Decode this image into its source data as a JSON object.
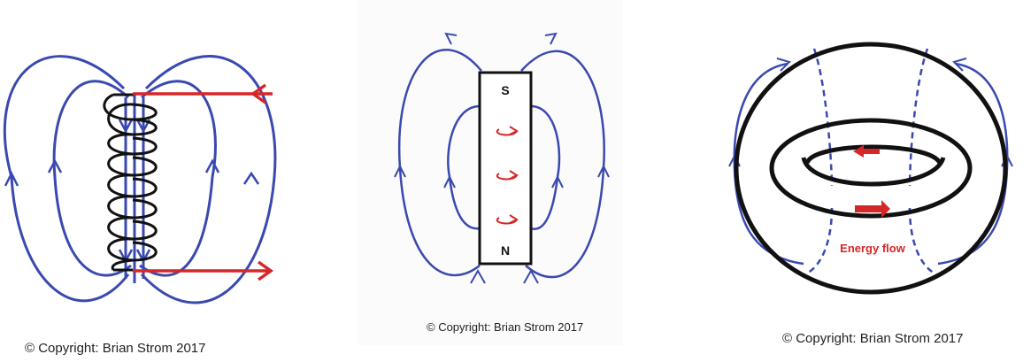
{
  "panels": {
    "coil": {
      "copyright": "© Copyright: Brian Strom 2017"
    },
    "magnet": {
      "copyright": "© Copyright: Brian Strom 2017",
      "pole_top": "S",
      "pole_bottom": "N"
    },
    "torus": {
      "copyright": "© Copyright: Brian Strom 2017",
      "flow_label": "Energy flow"
    }
  },
  "colors": {
    "field_line": "#3a49b0",
    "current": "#d62728",
    "outline": "#111111"
  }
}
